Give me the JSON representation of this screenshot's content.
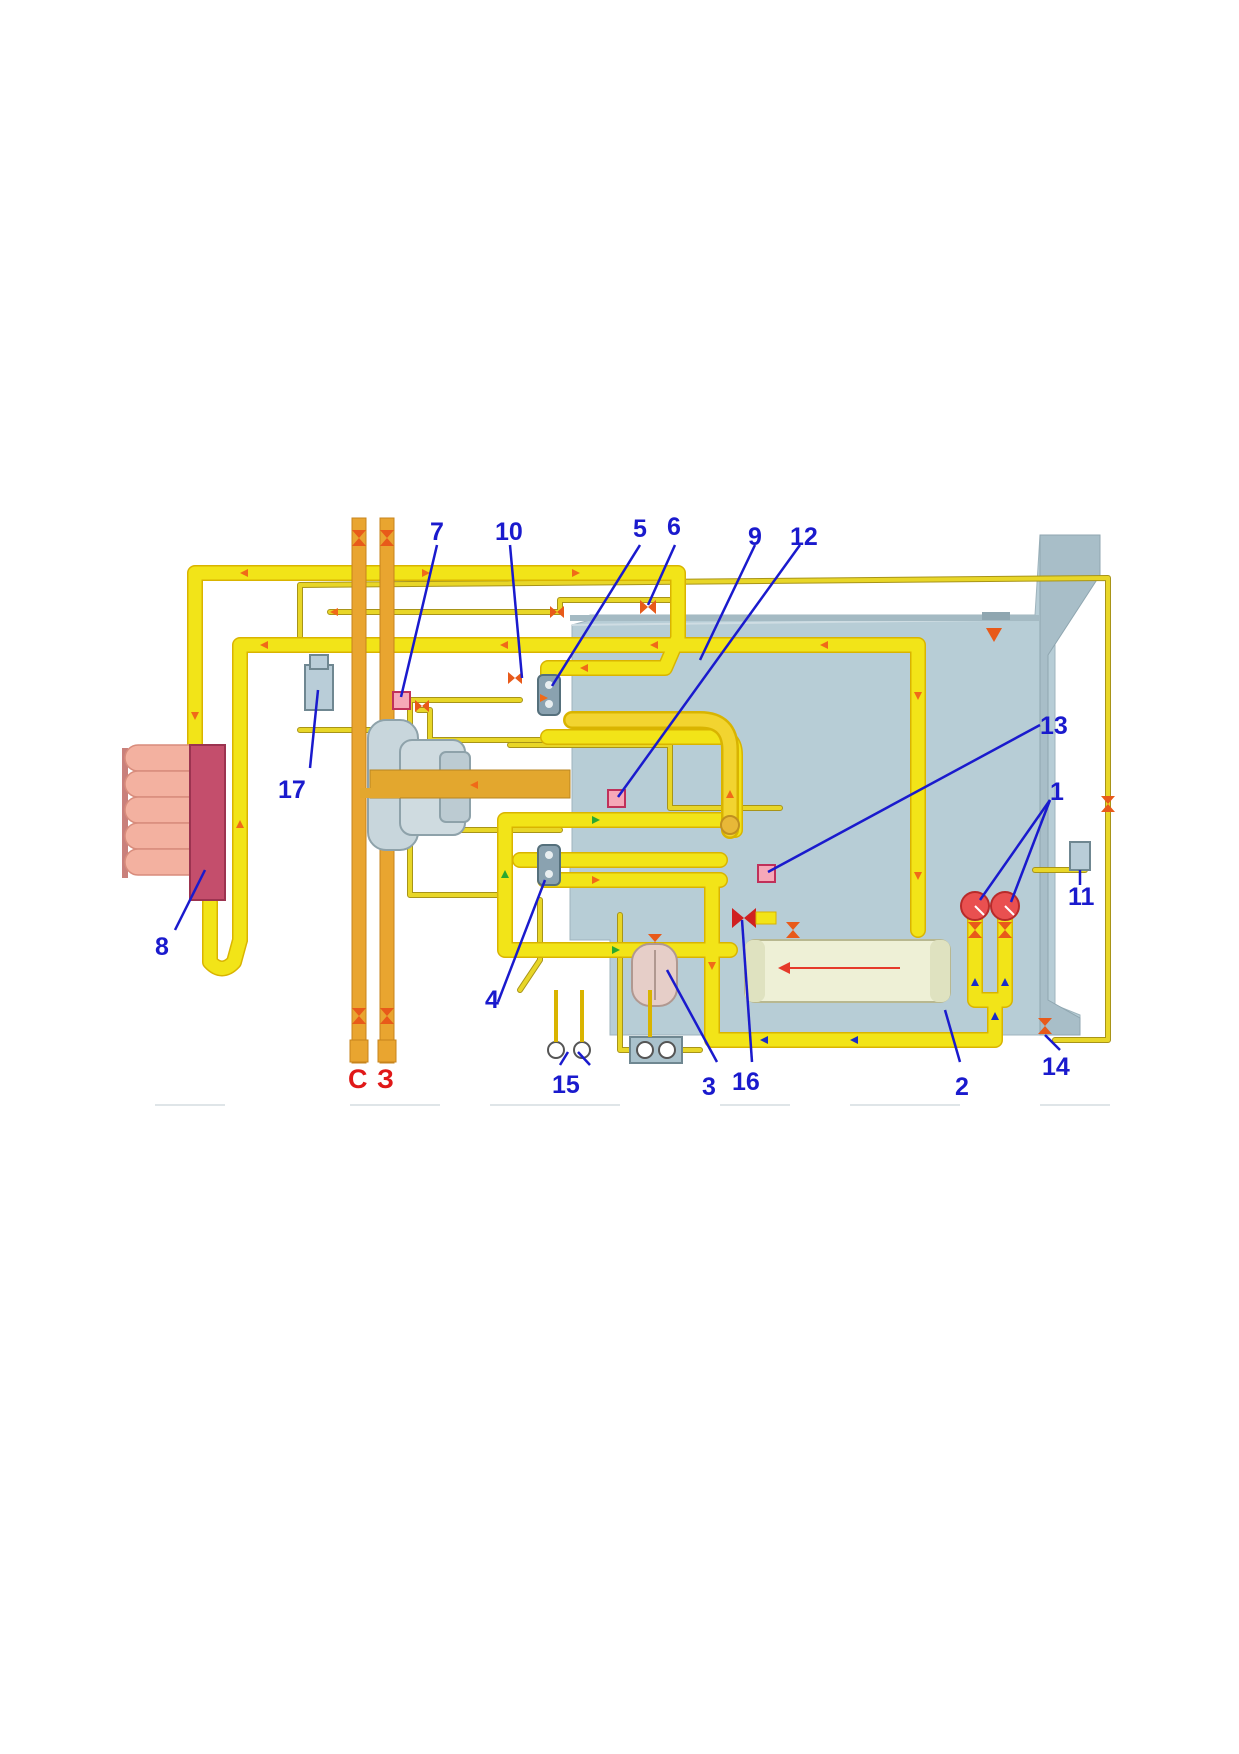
{
  "colors": {
    "pipe_main": "#f2e418",
    "pipe_edge": "#d9b400",
    "feed_pipe": "#e9a530",
    "tank": "#b7cdd6",
    "label_blue": "#1a1acd",
    "label_red": "#e01818",
    "flow_arrow": "#f06a18"
  },
  "labels": {
    "n1": "1",
    "n2": "2",
    "n3": "3",
    "n4": "4",
    "n5": "5",
    "n6": "6",
    "n7": "7",
    "n8": "8",
    "n9": "9",
    "n10": "10",
    "n11": "11",
    "n12": "12",
    "n13": "13",
    "n14": "14",
    "n15": "15",
    "n16": "16",
    "n17": "17",
    "pipe_c": "С",
    "pipe_3": "З"
  }
}
